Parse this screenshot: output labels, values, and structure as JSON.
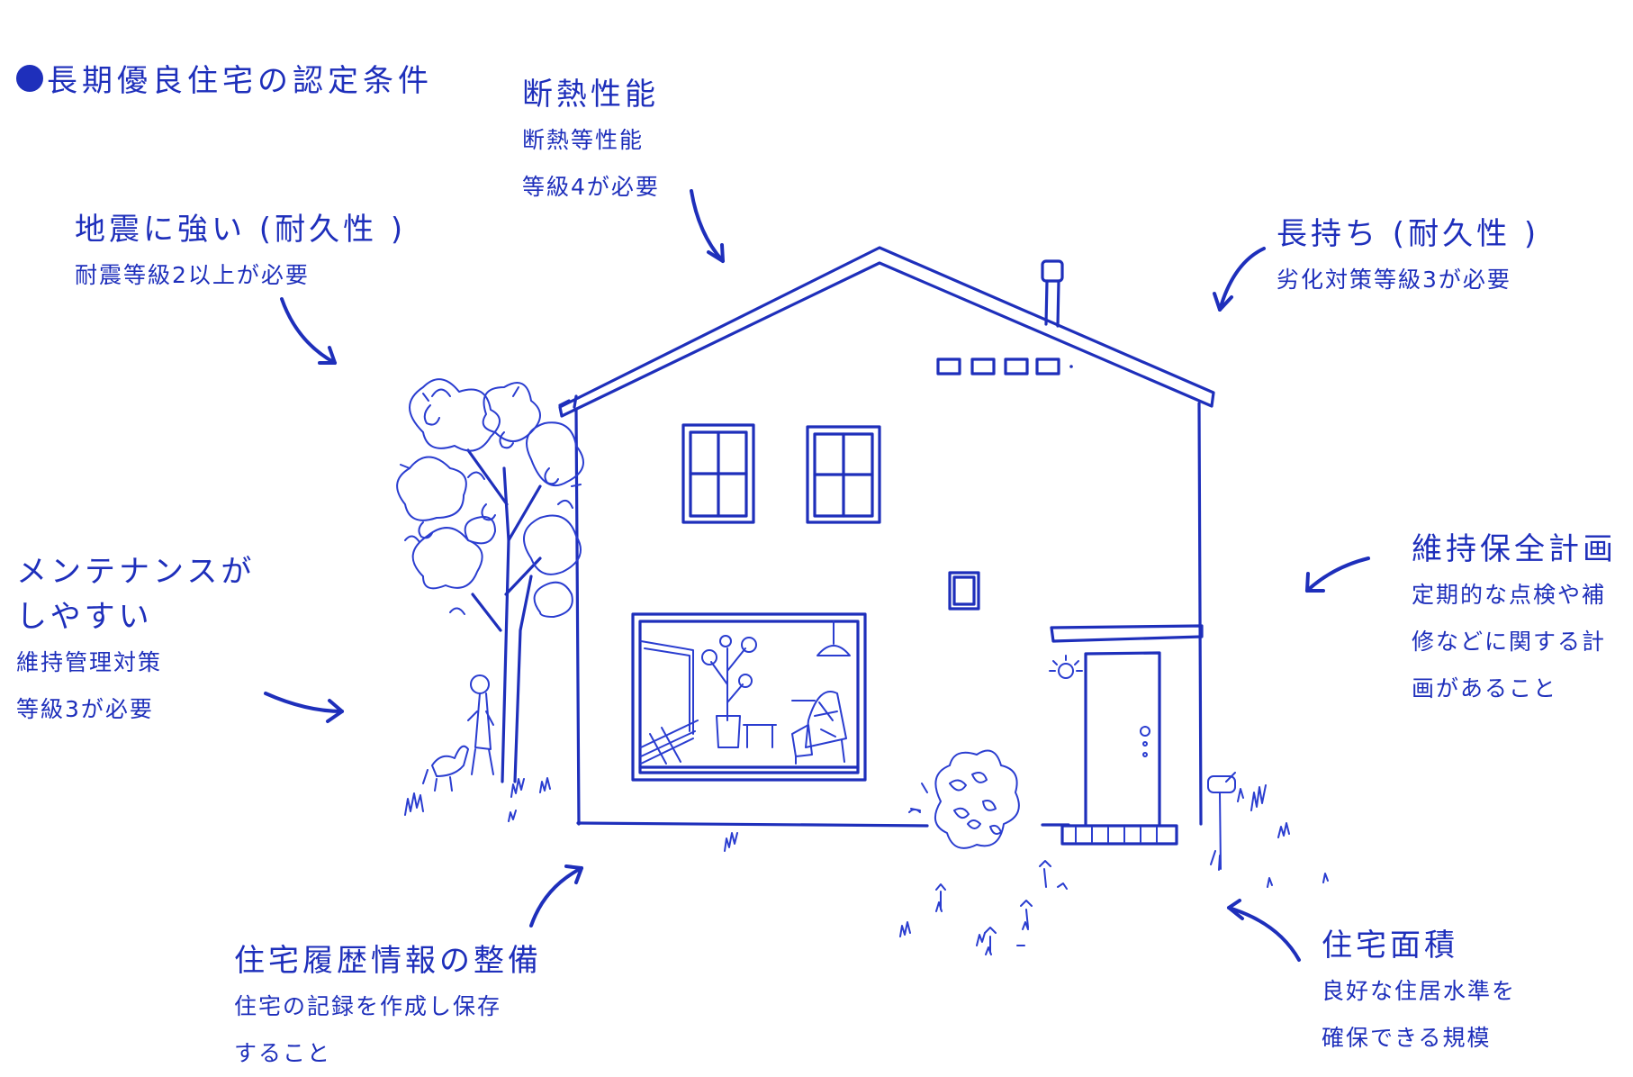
{
  "title": "長期優良住宅の認定条件",
  "colors": {
    "ink": "#1e2fbb",
    "background": "#ffffff"
  },
  "labels": {
    "insulation": {
      "head": "断熱性能",
      "lines": [
        "断熱等性能",
        "等級4が必要"
      ]
    },
    "earthquake": {
      "head": "地震に強い (耐久性 )",
      "lines": [
        "耐震等級2以上が必要"
      ]
    },
    "durability": {
      "head": "長持ち (耐久性 )",
      "lines": [
        "劣化対策等級3が必要"
      ]
    },
    "maintenance_ease": {
      "head_lines": [
        "メンテナンスが",
        "しやすい"
      ],
      "lines": [
        "維持管理対策",
        "等級3が必要"
      ]
    },
    "maintenance_plan": {
      "head": "維持保全計画",
      "lines": [
        "定期的な点検や補",
        "修などに関する計",
        "画があること"
      ]
    },
    "history": {
      "head": "住宅履歴情報の整備",
      "lines": [
        "住宅の記録を作成し保存",
        "すること"
      ]
    },
    "floor_area": {
      "head": "住宅面積",
      "lines": [
        "良好な住居水準を",
        "確保できる規模"
      ]
    }
  }
}
